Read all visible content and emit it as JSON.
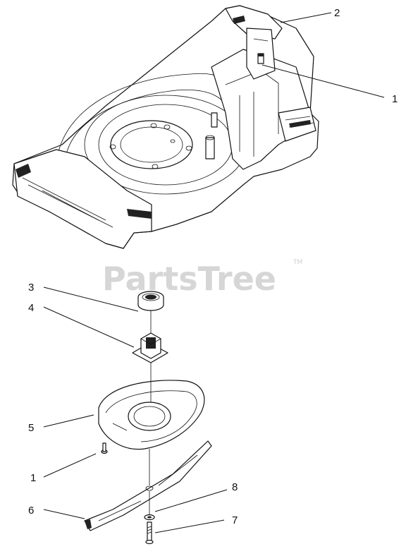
{
  "diagram": {
    "watermark": {
      "text": "PartsTree",
      "trademark": "TM"
    },
    "callouts": [
      {
        "id": "callout-2",
        "label": "2"
      },
      {
        "id": "callout-1-top",
        "label": "1"
      },
      {
        "id": "callout-3",
        "label": "3"
      },
      {
        "id": "callout-4",
        "label": "4"
      },
      {
        "id": "callout-5",
        "label": "5"
      },
      {
        "id": "callout-1-bottom",
        "label": "1"
      },
      {
        "id": "callout-8",
        "label": "8"
      },
      {
        "id": "callout-6",
        "label": "6"
      },
      {
        "id": "callout-7",
        "label": "7"
      }
    ],
    "parts": [
      {
        "part": "mower-deck-housing",
        "icon": "deck-housing-icon"
      },
      {
        "part": "bearing",
        "icon": "bearing-icon"
      },
      {
        "part": "blade-adapter",
        "icon": "adapter-icon"
      },
      {
        "part": "baffle",
        "icon": "baffle-icon"
      },
      {
        "part": "blade",
        "icon": "blade-icon"
      },
      {
        "part": "washer",
        "icon": "washer-icon"
      },
      {
        "part": "blade-bolt",
        "icon": "bolt-icon"
      },
      {
        "part": "screw",
        "icon": "screw-icon"
      }
    ]
  }
}
